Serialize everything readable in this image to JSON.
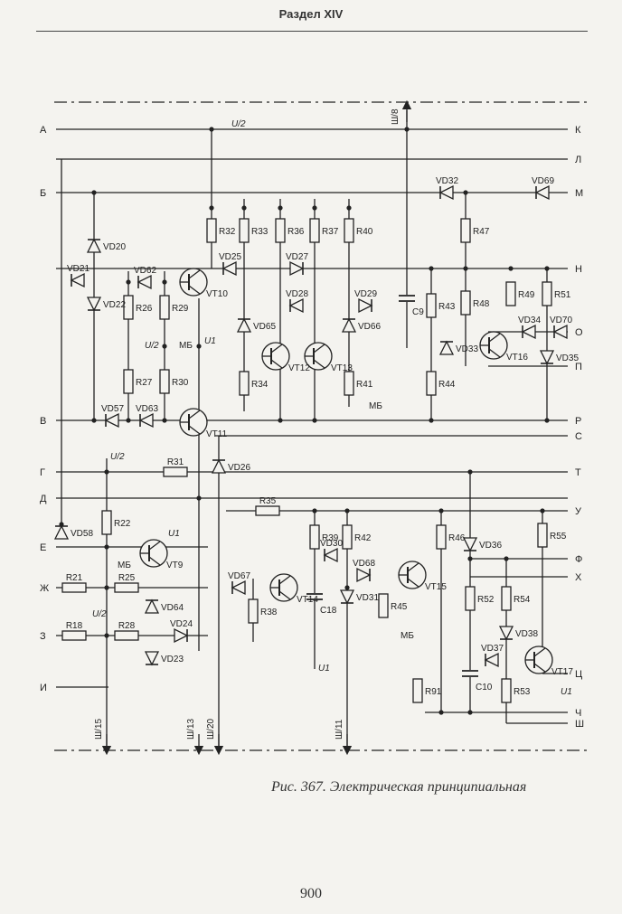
{
  "header": {
    "section": "Раздел XIV"
  },
  "caption": "Рис. 367. Электрическая принципиальная",
  "page_number": "900",
  "left_terminals": [
    "А",
    "Б",
    "В",
    "Г",
    "Д",
    "Е",
    "Ж",
    "З",
    "И"
  ],
  "right_terminals": [
    "К",
    "Л",
    "М",
    "Н",
    "О",
    "П",
    "Р",
    "С",
    "Т",
    "У",
    "Ф",
    "Х",
    "Ц",
    "Ч",
    "Ш"
  ],
  "connectors": [
    "Ш/8",
    "Ш/15",
    "Ш/13",
    "Ш/20",
    "Ш/11"
  ],
  "supply_labels": {
    "u2": "U/2",
    "u1": "U1",
    "mb": "МБ"
  },
  "resistors": [
    "R32",
    "R33",
    "R36",
    "R37",
    "R40",
    "R47",
    "R26",
    "R29",
    "R27",
    "R30",
    "R43",
    "R48",
    "R49",
    "R51",
    "R34",
    "R41",
    "R44",
    "R31",
    "R22",
    "R21",
    "R25",
    "R18",
    "R28",
    "R35",
    "R39",
    "R42",
    "R46",
    "R55",
    "R38",
    "R45",
    "R52",
    "R54",
    "R53",
    "R91"
  ],
  "diodes": [
    "VD20",
    "VD21",
    "VD22",
    "VD62",
    "VD57",
    "VD63",
    "VD25",
    "VD27",
    "VD28",
    "VD29",
    "VD65",
    "VD66",
    "VD32",
    "VD69",
    "VD33",
    "VD34",
    "VD70",
    "VD35",
    "VD26",
    "VD58",
    "VD64",
    "VD24",
    "VD23",
    "VD67",
    "VD30",
    "VD68",
    "VD31",
    "VD36",
    "VD38",
    "VD37"
  ],
  "transistors": [
    "VT10",
    "VT11",
    "VT12",
    "VT13",
    "VT16",
    "VT9",
    "VT14",
    "VT15",
    "VT17"
  ],
  "capacitors": [
    "C9",
    "C18",
    "C10"
  ]
}
